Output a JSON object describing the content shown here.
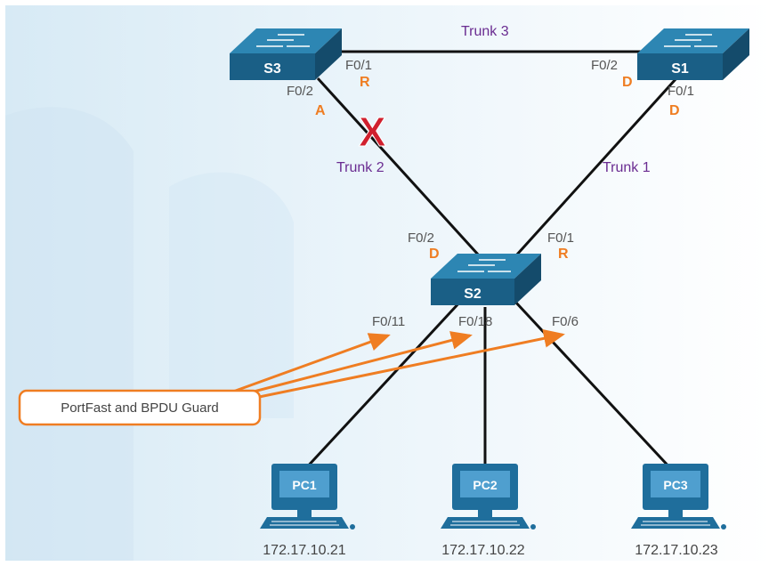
{
  "colors": {
    "role": "#ef7d22",
    "trunk": "#6a2c91",
    "blocked": "#d0202e",
    "arrow": "#ef7d22",
    "switch_top": "#2d86b3",
    "switch_front": "#1a5f86",
    "pc": "#1f6e9c",
    "link": "#111111"
  },
  "switches": [
    {
      "id": "s3",
      "label": "S3"
    },
    {
      "id": "s1",
      "label": "S1"
    },
    {
      "id": "s2",
      "label": "S2"
    }
  ],
  "trunks": {
    "trunk1": "Trunk 1",
    "trunk2": "Trunk 2",
    "trunk3": "Trunk 3"
  },
  "ports": {
    "s3_f01": "F0/1",
    "s3_f02": "F0/2",
    "s1_f02": "F0/2",
    "s1_f01": "F0/1",
    "s2_f02": "F0/2",
    "s2_f01": "F0/1",
    "s2_f011": "F0/11",
    "s2_f018": "F0/18",
    "s2_f06": "F0/6"
  },
  "roles": {
    "s3_f01": "R",
    "s3_f02": "A",
    "s1_f02": "D",
    "s1_f01": "D",
    "s2_f02": "D",
    "s2_f01": "R"
  },
  "blocked_marker": "X",
  "pcs": [
    {
      "label": "PC1",
      "ip": "172.17.10.21"
    },
    {
      "label": "PC2",
      "ip": "172.17.10.22"
    },
    {
      "label": "PC3",
      "ip": "172.17.10.23"
    }
  ],
  "callout": "PortFast and BPDU Guard"
}
